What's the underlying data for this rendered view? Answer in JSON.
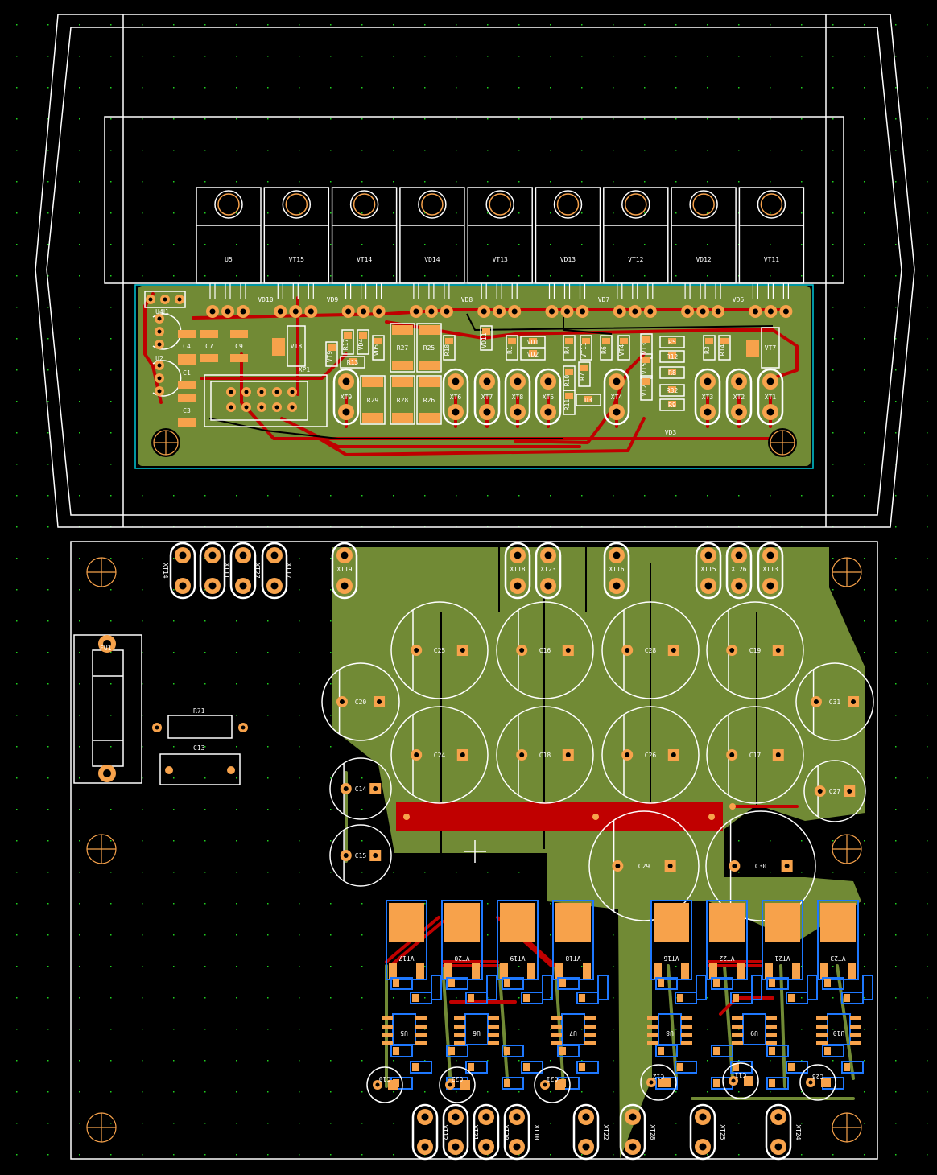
{
  "colors": {
    "background": "#000000",
    "copper_pour": "#718a35",
    "top_trace": "#c00000",
    "pad": "#f7a24b",
    "silkscreen": "#ffffff",
    "bottom_silk": "#1e78ff",
    "board_edge": "#00c8d8"
  },
  "heatsink_devices": [
    "U5",
    "VT15",
    "VT14",
    "VD14",
    "VT13",
    "VD13",
    "VT12",
    "VD12",
    "VT11"
  ],
  "top_board": {
    "parts": [
      "U1",
      "U4",
      "U2",
      "C4",
      "C7",
      "C1",
      "C3",
      "C9",
      "VD10",
      "VD9",
      "VD8",
      "VD7",
      "VD6",
      "VT8",
      "XP1",
      "R17",
      "VD4",
      "VD5",
      "R13",
      "VT9",
      "R27",
      "R25",
      "R29",
      "R28",
      "R26",
      "R18",
      "VD11",
      "R1",
      "VD1",
      "VD2",
      "R4",
      "VT11",
      "R6",
      "VT4",
      "VT3",
      "VT5",
      "VT2",
      "R10",
      "R7",
      "R11",
      "U3",
      "R5",
      "R12",
      "R8",
      "R32",
      "R9",
      "VD3",
      "R3",
      "R14",
      "VT7"
    ],
    "connectors": [
      "XT9",
      "XT6",
      "XT7",
      "XT8",
      "XT5",
      "XT4",
      "XT3",
      "XT2",
      "XT1"
    ]
  },
  "bottom_board": {
    "left_connectors": [
      "XT14",
      "XT11",
      "XT27",
      "XT17"
    ],
    "top_connectors": [
      "XT19",
      "XT18",
      "XT23",
      "XT16",
      "XT15",
      "XT26",
      "XT13"
    ],
    "bottom_connectors": [
      "XT12",
      "XT21",
      "XT20",
      "XT10",
      "XT22",
      "XT28",
      "XT25",
      "XT24"
    ],
    "capacitors": [
      "C25",
      "C16",
      "C28",
      "C19",
      "C20",
      "C31",
      "C24",
      "C18",
      "C26",
      "C17",
      "C14",
      "C27",
      "C15",
      "C29",
      "C30"
    ],
    "drivers": [
      "VT17",
      "VT20",
      "VT19",
      "VT18",
      "VT16",
      "VT22",
      "VT21",
      "VT23"
    ],
    "chips": [
      "U5",
      "U6",
      "U7",
      "U8",
      "U9",
      "U10"
    ],
    "small_caps": [
      "C10",
      "C22",
      "C21",
      "C12",
      "C11",
      "C23"
    ],
    "fuse": "FU1",
    "resistor": "R71",
    "capacitor": "C13"
  }
}
